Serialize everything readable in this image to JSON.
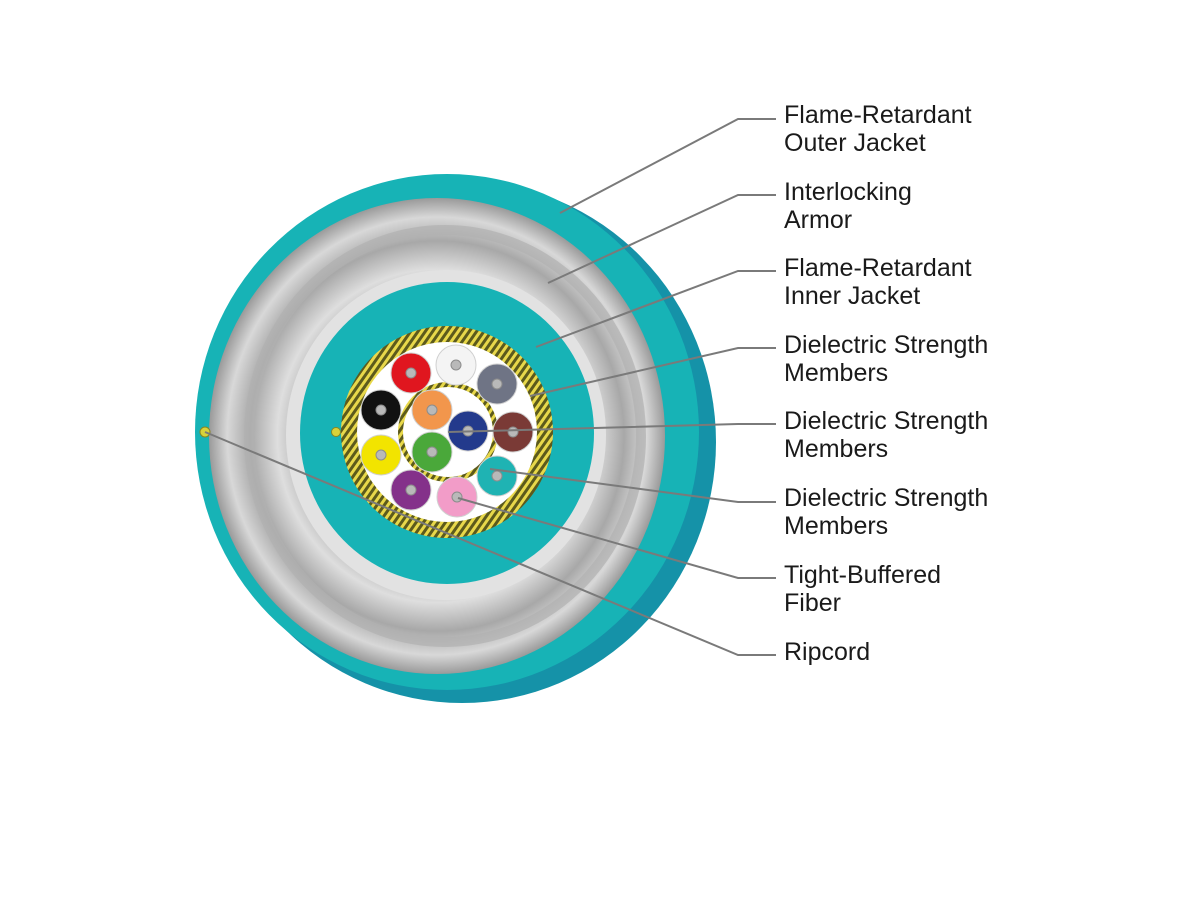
{
  "colors": {
    "jacket": "#17b3b6",
    "jacket_shadow": "#1592a8",
    "armor": "#c4c4c4",
    "leader": "#7a7a7a",
    "label_text": "#1a1a1a"
  },
  "callouts": [
    {
      "id": "outer-jacket",
      "lines": [
        "Flame-Retardant",
        "Outer Jacket"
      ]
    },
    {
      "id": "armor",
      "lines": [
        "Interlocking",
        "Armor"
      ]
    },
    {
      "id": "inner-jacket",
      "lines": [
        "Flame-Retardant",
        "Inner Jacket"
      ]
    },
    {
      "id": "strength-1",
      "lines": [
        "Dielectric Strength",
        "Members"
      ]
    },
    {
      "id": "strength-2",
      "lines": [
        "Dielectric Strength",
        "Members"
      ]
    },
    {
      "id": "strength-3",
      "lines": [
        "Dielectric Strength",
        "Members"
      ]
    },
    {
      "id": "tight-buffered",
      "lines": [
        "Tight-Buffered",
        "Fiber"
      ]
    },
    {
      "id": "ripcord",
      "lines": [
        "Ripcord"
      ]
    }
  ],
  "fibers": [
    {
      "color": "#e0161f"
    },
    {
      "color": "#f4f4f4"
    },
    {
      "color": "#6f7485"
    },
    {
      "color": "#7a3a36"
    },
    {
      "color": "#1fb3b3"
    },
    {
      "color": "#f29cc8"
    },
    {
      "color": "#84318a"
    },
    {
      "color": "#f2e400"
    },
    {
      "color": "#111111"
    },
    {
      "color": "#f2964c"
    },
    {
      "color": "#233a8c"
    },
    {
      "color": "#4aa83a"
    }
  ]
}
